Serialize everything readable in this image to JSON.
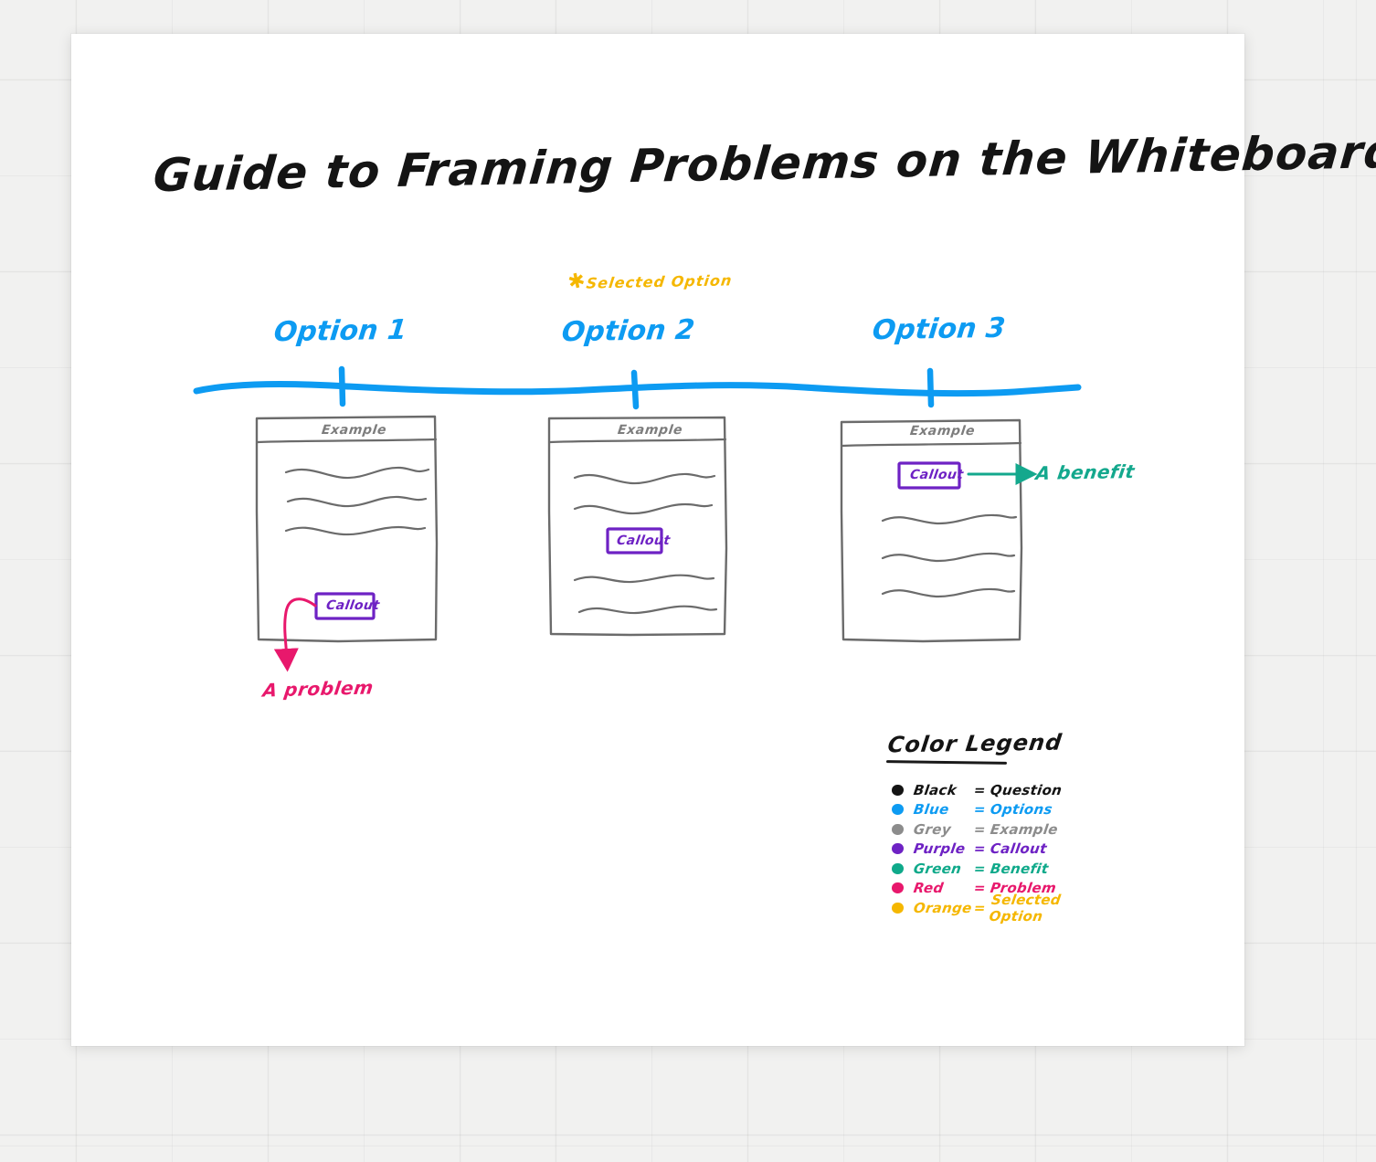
{
  "board": {
    "title": "Guide to Framing Problems  on the Whiteboard",
    "background_color": "#f1f1f0",
    "canvas_color": "#ffffff"
  },
  "timeline": {
    "selected_option_note": "Selected Option",
    "selected_option_marker": "✱",
    "options": [
      {
        "label": "Option 1"
      },
      {
        "label": "Option 2"
      },
      {
        "label": "Option 3"
      }
    ]
  },
  "cards": [
    {
      "title": "Example",
      "callout": "Callout",
      "annotation": "A problem",
      "annotation_color": "#e8186c"
    },
    {
      "title": "Example",
      "callout": "Callout",
      "annotation": "",
      "annotation_color": ""
    },
    {
      "title": "Example",
      "callout": "Callout",
      "annotation": "A benefit",
      "annotation_color": "#14a88d"
    }
  ],
  "legend": {
    "title": "Color Legend",
    "rows": [
      {
        "name": "Black",
        "eq": "=",
        "value": "Question",
        "color": "#141414"
      },
      {
        "name": "Blue",
        "eq": "=",
        "value": "Options",
        "color": "#0d9bf2"
      },
      {
        "name": "Grey",
        "eq": "=",
        "value": "Example",
        "color": "#8c8c8c"
      },
      {
        "name": "Purple",
        "eq": "=",
        "value": "Callout",
        "color": "#6e22c4"
      },
      {
        "name": "Green",
        "eq": "=",
        "value": "Benefit",
        "color": "#0fa98a"
      },
      {
        "name": "Red",
        "eq": "=",
        "value": "Problem",
        "color": "#e8186c"
      },
      {
        "name": "Orange",
        "eq": "=",
        "value": "Selected Option",
        "color": "#f5b700"
      }
    ]
  },
  "colors": {
    "black": "#141414",
    "blue": "#0d9bf2",
    "grey": "#8c8c8c",
    "purple": "#6e22c4",
    "green": "#14a88d",
    "red": "#e8186c",
    "orange": "#f5b700"
  }
}
